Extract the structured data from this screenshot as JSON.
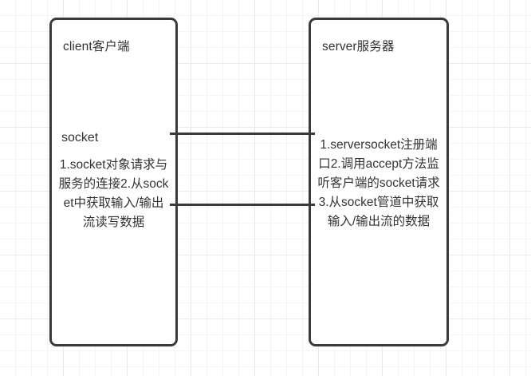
{
  "diagram": {
    "type": "socket-communication-flow",
    "background": {
      "style": "grid-paper",
      "minor_grid_color": "#f4f4f4",
      "major_grid_color": "#e9e9e9",
      "page_color": "#ffffff"
    },
    "stroke_color": "#3a3a3a",
    "text_color": "#333333",
    "nodes": [
      {
        "id": "client",
        "title": "client客户端",
        "section_label": "socket",
        "steps": "1.socket对象请求与服务的连接2.从socket中获取输入/输出流读写数据",
        "step_list": [
          "1.socket对象请求与服务的连接",
          "2.从socket中获取输入/输出流读写数据"
        ]
      },
      {
        "id": "server",
        "title": "server服务器",
        "section_label": "",
        "steps": "1.serversocket注册端口2.调用accept方法监听客户端的socket请求3.从socket管道中获取输入/输出流的数据",
        "step_list": [
          "1.serversocket注册端口",
          "2.调用accept方法监听客户端的socket请求",
          "3.从socket管道中获取输入/输出流的数据"
        ]
      }
    ],
    "connectors": [
      {
        "id": "connector-top",
        "from": "client",
        "to": "server",
        "label": ""
      },
      {
        "id": "connector-bottom",
        "from": "client",
        "to": "server",
        "label": ""
      }
    ]
  }
}
